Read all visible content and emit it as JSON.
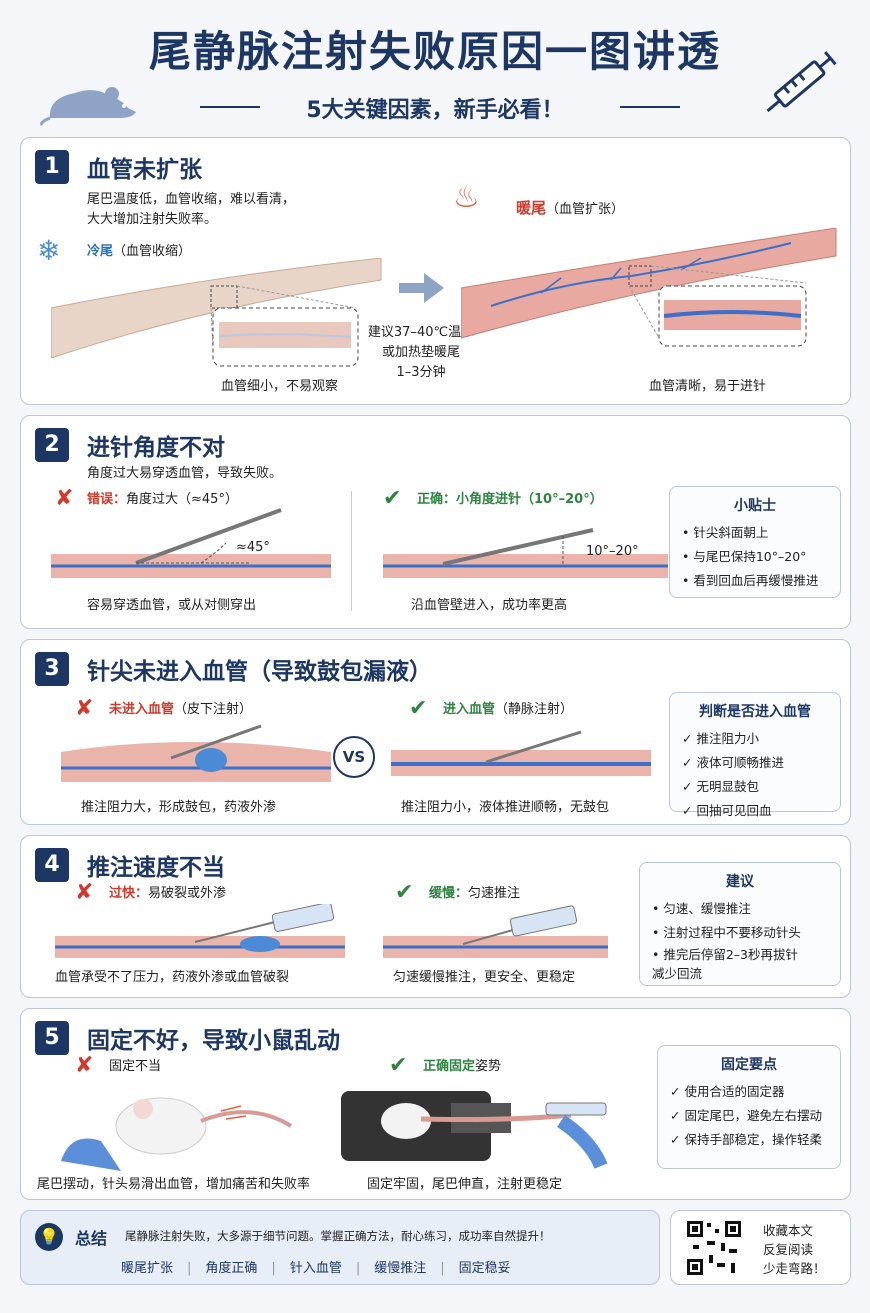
{
  "header": {
    "title": "尾静脉注射失败原因一图讲透",
    "subtitle": "5大关键因素，新手必看！"
  },
  "s1": {
    "num": "1",
    "title": "血管未扩张",
    "desc1": "尾巴温度低，血管收缩，难以看清，",
    "desc2": "大大增加注射失败率。",
    "cold_label": "冷尾",
    "cold_note": "（血管收缩）",
    "warm_label": "暖尾",
    "warm_note": "（血管扩张）",
    "advice1": "建议37–40℃温水",
    "advice2": "或加热垫暖尾",
    "advice3": "1–3分钟",
    "cold_caption": "血管细小，不易观察",
    "warm_caption": "血管清晰，易于进针"
  },
  "s2": {
    "num": "2",
    "title": "进针角度不对",
    "desc": "角度过大易穿透血管，导致失败。",
    "bad_label": "错误：",
    "bad_text": "角度过大（≈45°）",
    "bad_angle": "≈45°",
    "bad_caption": "容易穿透血管，或从对侧穿出",
    "good_label": "正确：",
    "good_text": "小角度进针（10°–20°）",
    "good_angle": "10°–20°",
    "good_caption": "沿血管壁进入，成功率更高",
    "tip_title": "小贴士",
    "tips": [
      "• 针尖斜面朝上",
      "• 与尾巴保持10°–20°",
      "• 看到回血后再缓慢推进"
    ]
  },
  "s3": {
    "num": "3",
    "title": "针尖未进入血管（导致鼓包漏液）",
    "bad_label": "未进入血管",
    "bad_note": "（皮下注射）",
    "good_label": "进入血管",
    "good_note": "（静脉注射）",
    "vs": "VS",
    "bad_caption": "推注阻力大，形成鼓包，药液外渗",
    "good_caption": "推注阻力小，液体推进顺畅，无鼓包",
    "tip_title": "判断是否进入血管",
    "tips": [
      "✓ 推注阻力小",
      "✓ 液体可顺畅推进",
      "✓ 无明显鼓包",
      "✓ 回抽可见回血"
    ]
  },
  "s4": {
    "num": "4",
    "title": "推注速度不当",
    "bad_label": "过快：",
    "bad_text": "易破裂或外渗",
    "good_label": "缓慢：",
    "good_text": "匀速推注",
    "bad_caption": "血管承受不了压力，药液外渗或血管破裂",
    "good_caption": "匀速缓慢推注，更安全、更稳定",
    "tip_title": "建议",
    "tips": [
      "• 匀速、缓慢推注",
      "• 注射过程中不要移动针头",
      "• 推完后停留2–3秒再拔针",
      "  减少回流"
    ]
  },
  "s5": {
    "num": "5",
    "title": "固定不好，导致小鼠乱动",
    "bad_text": "固定不当",
    "good_label": "正确固定",
    "good_text": "姿势",
    "bad_caption": "尾巴摆动，针头易滑出血管，增加痛苦和失败率",
    "good_caption": "固定牢固，尾巴伸直，注射更稳定",
    "tip_title": "固定要点",
    "tips": [
      "✓ 使用合适的固定器",
      "✓ 固定尾巴，避免左右摆动",
      "✓ 保持手部稳定，操作轻柔"
    ]
  },
  "summary": {
    "label": "总结",
    "text": "尾静脉注射失败，大多源于细节问题。掌握正确方法，耐心练习，成功率自然提升！",
    "keys": [
      "暖尾扩张",
      "角度正确",
      "针入血管",
      "缓慢推注",
      "固定稳妥"
    ]
  },
  "qr": {
    "line1": "收藏本文",
    "line2": "反复阅读",
    "line3": "少走弯路！"
  }
}
